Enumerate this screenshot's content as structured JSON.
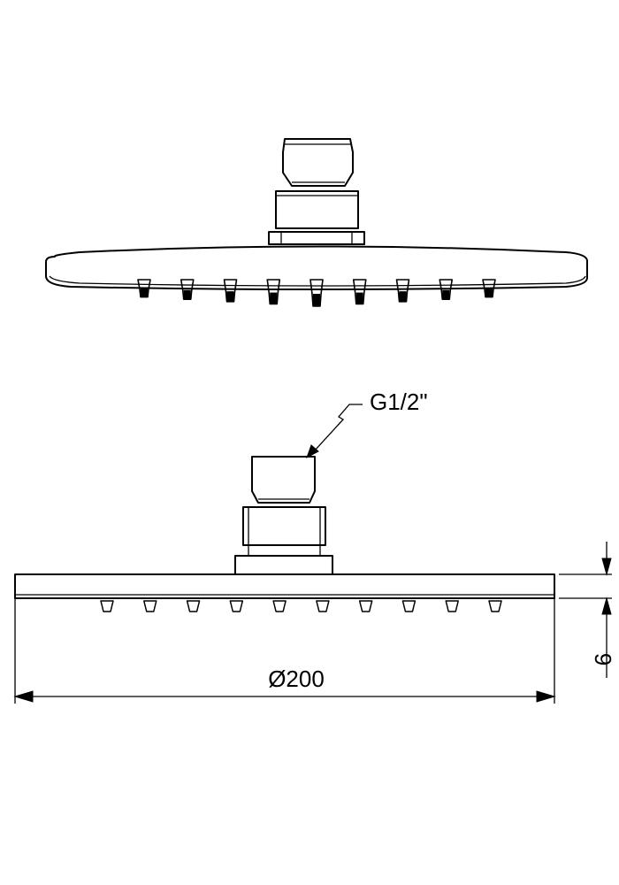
{
  "drawing": {
    "thread_label": "G1/2\"",
    "diameter_label": "Ø200",
    "thickness_label": "9",
    "nozzle_count_perspective": 9,
    "nozzle_count_side": 10
  },
  "colors": {
    "line": "#000000",
    "background": "#ffffff"
  }
}
